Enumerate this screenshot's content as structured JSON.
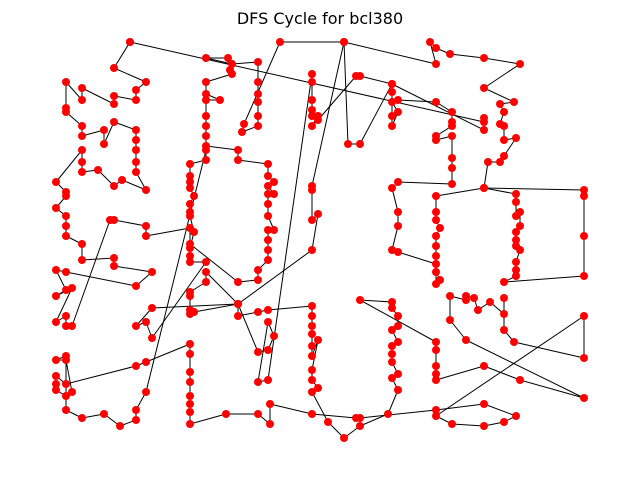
{
  "title": "DFS Cycle for bcl380",
  "node_color": "#ff0000",
  "edge_color": "#000000",
  "graph": {
    "type": "cycle",
    "node_count_visible": "approx. 380 (traversal order approximated)"
  }
}
